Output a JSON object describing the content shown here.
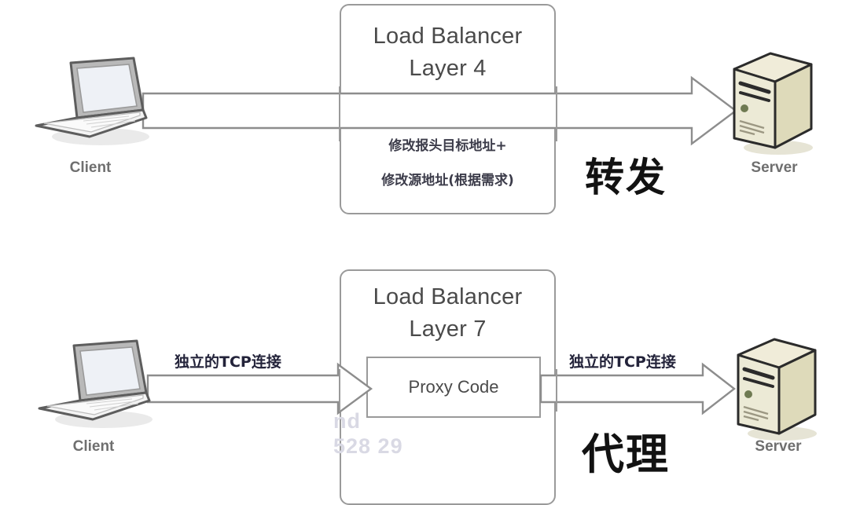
{
  "diagram": {
    "title": "Load Balancer Layer 4 forwarding vs Layer 7 proxy",
    "colors": {
      "box_border": "#9a9a9a",
      "arrow_outline": "#8d8d8d",
      "arrow_fill": "#ffffff",
      "title_text": "#4a4a4a",
      "caption_text": "#6f6f6f",
      "callout_text": "#121212",
      "label_text": "#23233a",
      "server_body": "#e8e4cd",
      "server_outline": "#2b2b2b",
      "laptop_body": "#f2f2f2",
      "laptop_outline": "#6d6d6d",
      "background": "#ffffff",
      "watermark": "#d9d9e4"
    },
    "rows": [
      {
        "id": "layer4",
        "lb_title": "Load Balancer\nLayer 4",
        "notes": [
          "修改报头目标地址+",
          "修改源地址(根据需求)"
        ],
        "callout": "转发",
        "client_caption": "Client",
        "server_caption": "Server",
        "link_labels": [],
        "inner_box": null
      },
      {
        "id": "layer7",
        "lb_title": "Load Balancer\nLayer 7",
        "notes": [],
        "callout": "代理",
        "client_caption": "Client",
        "server_caption": "Server",
        "link_labels": [
          "独立的TCP连接",
          "独立的TCP连接"
        ],
        "inner_box": "Proxy Code"
      }
    ],
    "watermark": "nd\n528 29",
    "icons": {
      "client": "laptop-icon",
      "server": "server-tower-icon",
      "flow": "block-arrow-icon"
    }
  }
}
